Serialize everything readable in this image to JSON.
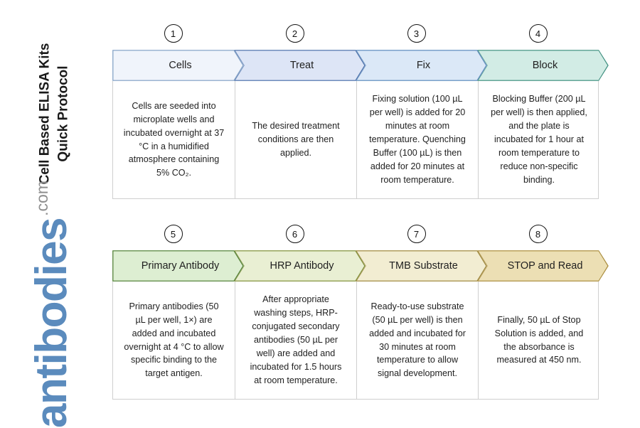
{
  "page": {
    "title": "Cell Based ELISA Kits\nQuick Protocol",
    "title_line1": "Cell Based ELISA Kits",
    "title_line2": "Quick Protocol",
    "background": "#ffffff"
  },
  "logo": {
    "name": "antibodies",
    "tld": ".com",
    "color_main": "#5b8bbd",
    "color_tld": "#8f8f8f"
  },
  "rows": [
    {
      "id": "row-1",
      "steps": [
        {
          "number": "1",
          "label": "Cells",
          "description": "Cells are seeded into microplate wells and incubated overnight at 37 °C in a humidified atmosphere containing 5% CO₂.",
          "fill": "#f0f4fb",
          "stroke": "#7f9ec4",
          "shape": "start"
        },
        {
          "number": "2",
          "label": "Treat",
          "description": "The desired treatment conditions are then applied.",
          "fill": "#dde5f6",
          "stroke": "#4a6fa8",
          "shape": "mid"
        },
        {
          "number": "3",
          "label": "Fix",
          "description": "Fixing solution (100 µL per well) is added for 20 minutes at room temperature. Quenching Buffer (100 µL) is then added for 20 minutes at room temperature.",
          "fill": "#dbe8f7",
          "stroke": "#5a87bb",
          "shape": "mid"
        },
        {
          "number": "4",
          "label": "Block",
          "description": "Blocking Buffer (200 µL per well) is then applied, and the plate is incubated for 1 hour at room temperature to reduce non-specific binding.",
          "fill": "#d2ece5",
          "stroke": "#3f8f7f",
          "shape": "end"
        }
      ]
    },
    {
      "id": "row-2",
      "steps": [
        {
          "number": "5",
          "label": "Primary Antibody",
          "description": "Primary antibodies (50 µL per well, 1×) are added and incubated overnight at 4 °C to allow specific binding to the target antigen.",
          "fill": "#ddeed2",
          "stroke": "#4d7c32",
          "shape": "start"
        },
        {
          "number": "6",
          "label": "HRP Antibody",
          "description": "After appropriate washing steps, HRP-conjugated secondary antibodies (50 µL per well) are added and incubated for 1.5 hours at room temperature.",
          "fill": "#e9efd3",
          "stroke": "#7c8c35",
          "shape": "mid"
        },
        {
          "number": "7",
          "label": "TMB Substrate",
          "description": "Ready-to-use substrate (50 µL per well) is then added and incubated for 30 minutes at room temperature to allow signal development.",
          "fill": "#f2edd2",
          "stroke": "#9a8339",
          "shape": "mid"
        },
        {
          "number": "8",
          "label": "STOP and Read",
          "description": "Finally, 50 µL of Stop Solution is added, and the absorbance is measured at 450 nm.",
          "fill": "#ecdfb4",
          "stroke": "#a98c3e",
          "shape": "end"
        }
      ]
    }
  ]
}
